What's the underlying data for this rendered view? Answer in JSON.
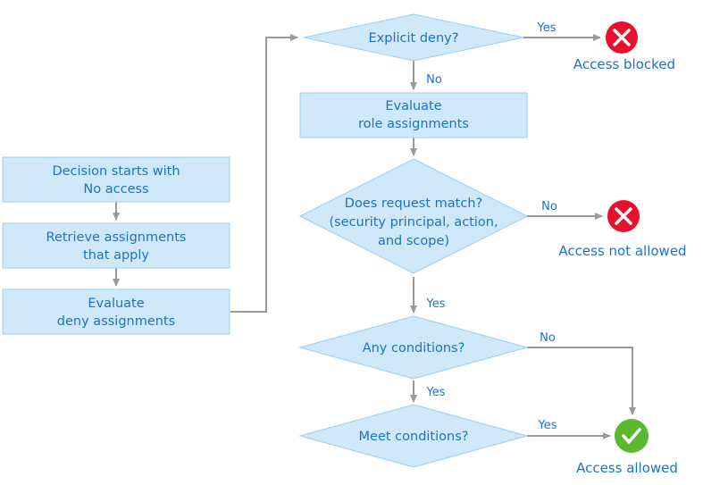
{
  "boxes": {
    "decision_start": [
      "Decision starts with",
      "No access"
    ],
    "retrieve": [
      "Retrieve assignments",
      "that apply"
    ],
    "eval_deny": [
      "Evaluate",
      "deny assignments"
    ],
    "eval_role": [
      "Evaluate",
      "role assignments"
    ]
  },
  "decisions": {
    "explicit_deny": [
      "Explicit deny?"
    ],
    "request_match": [
      "Does request match?",
      "(security principal, action,",
      "and scope)"
    ],
    "any_conditions": [
      "Any conditions?"
    ],
    "meet_conditions": [
      "Meet conditions?"
    ]
  },
  "edge_labels": {
    "deny_yes": "Yes",
    "deny_no": "No",
    "match_no": "No",
    "match_yes": "Yes",
    "cond_no": "No",
    "cond_yes": "Yes",
    "meet_yes": "Yes"
  },
  "outcomes": {
    "blocked": "Access blocked",
    "not_allowed": "Access not allowed",
    "allowed": "Access allowed"
  },
  "colors": {
    "shape_fill": "#cfe9fb",
    "text": "#1a73c8",
    "connector": "#9a9a9a",
    "deny_icon": "#e8112d",
    "allow_icon": "#5cb82e"
  },
  "icons": {
    "blocked": "x-circle-icon",
    "not_allowed": "x-circle-icon",
    "allowed": "check-circle-icon"
  }
}
